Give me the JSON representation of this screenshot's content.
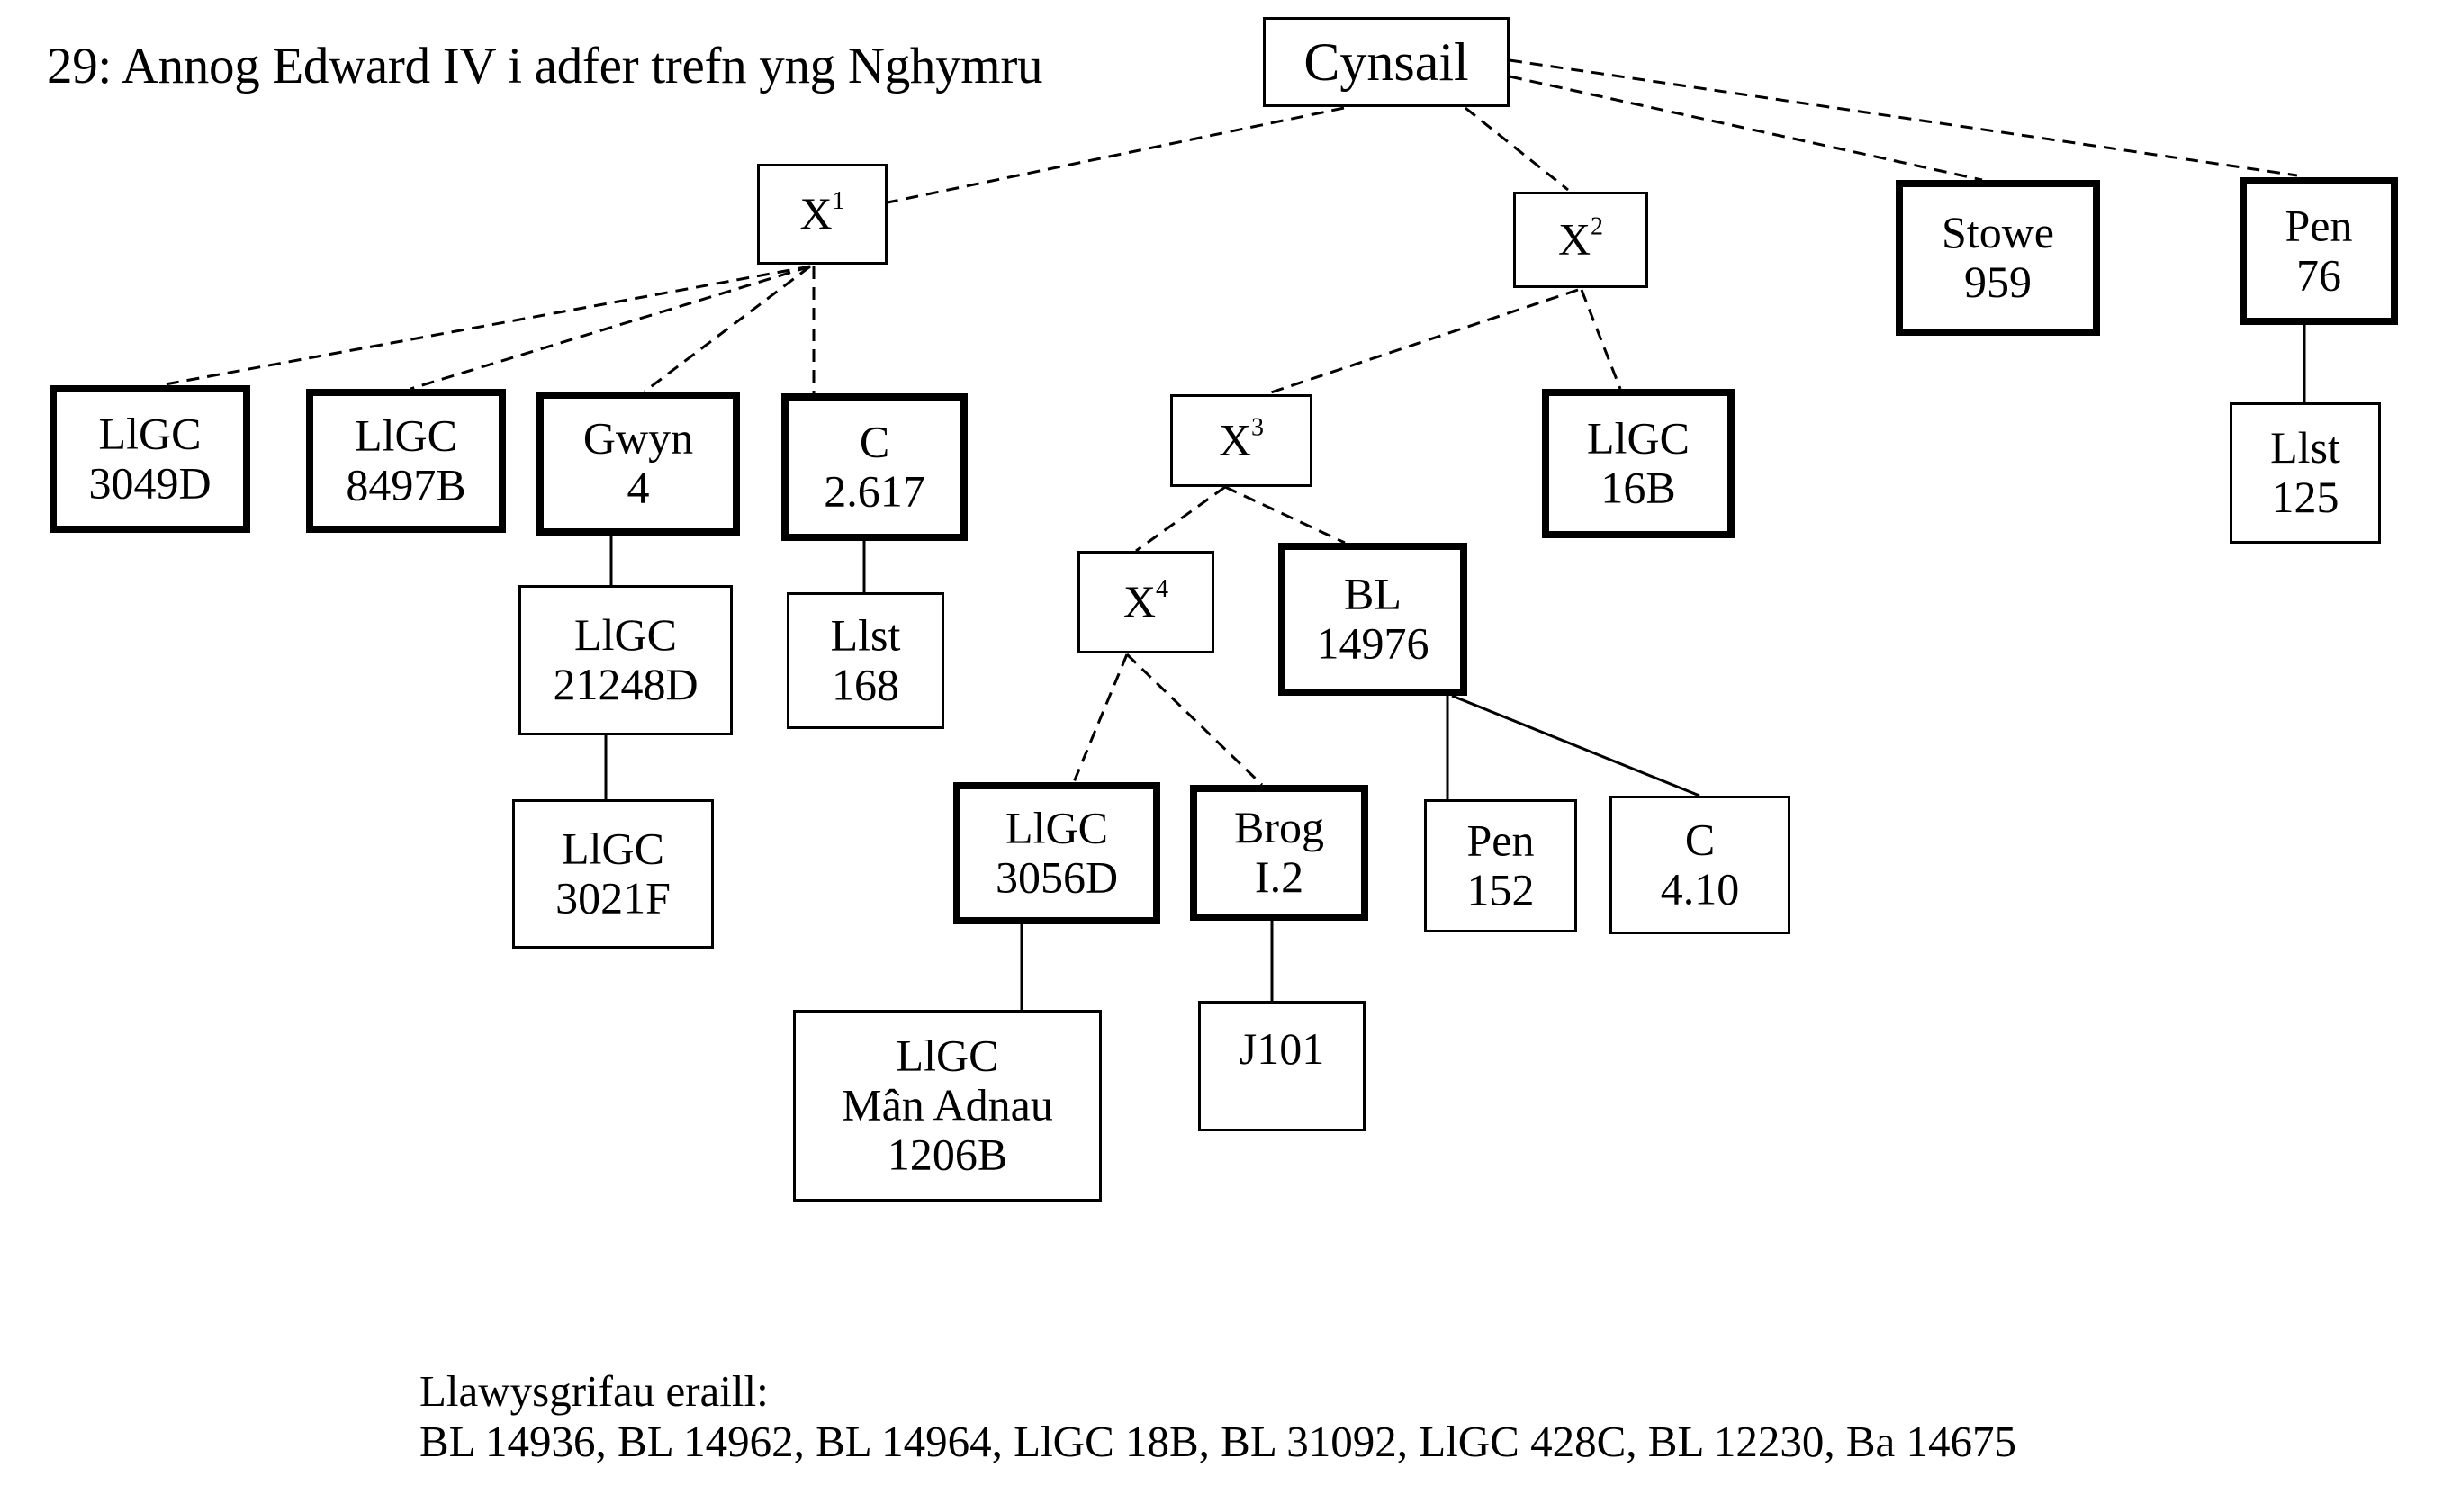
{
  "title": "29: Annog Edward IV i adfer trefn yng Nghymru",
  "nodes": {
    "cynsail": {
      "lines": [
        "Cynsail"
      ],
      "emphasis": "normal"
    },
    "x1": {
      "base": "X",
      "sup": "1",
      "emphasis": "normal"
    },
    "x2": {
      "base": "X",
      "sup": "2",
      "emphasis": "normal"
    },
    "x3": {
      "base": "X",
      "sup": "3",
      "emphasis": "normal"
    },
    "x4": {
      "base": "X",
      "sup": "4",
      "emphasis": "normal"
    },
    "stowe959": {
      "lines": [
        "Stowe",
        "959"
      ],
      "emphasis": "bold-border"
    },
    "pen76": {
      "lines": [
        "Pen",
        "76"
      ],
      "emphasis": "bold-border"
    },
    "llst125": {
      "lines": [
        "Llst",
        "125"
      ],
      "emphasis": "normal"
    },
    "llgc3049d": {
      "lines": [
        "LlGC",
        "3049D"
      ],
      "emphasis": "bold-border"
    },
    "llgc8497b": {
      "lines": [
        "LlGC",
        "8497B"
      ],
      "emphasis": "bold-border"
    },
    "gwyn4": {
      "lines": [
        "Gwyn",
        "4"
      ],
      "emphasis": "bold-border"
    },
    "c2617": {
      "lines": [
        "C",
        "2.617"
      ],
      "emphasis": "bold-border"
    },
    "llgc21248d": {
      "lines": [
        "LlGC",
        "21248D"
      ],
      "emphasis": "normal"
    },
    "llgc3021f": {
      "lines": [
        "LlGC",
        "3021F"
      ],
      "emphasis": "normal"
    },
    "llst168": {
      "lines": [
        "Llst",
        "168"
      ],
      "emphasis": "normal"
    },
    "llgc16b": {
      "lines": [
        "LlGC",
        "16B"
      ],
      "emphasis": "bold-border"
    },
    "bl14976": {
      "lines": [
        "BL",
        "14976"
      ],
      "emphasis": "bold-border"
    },
    "llgc3056d": {
      "lines": [
        "LlGC",
        "3056D"
      ],
      "emphasis": "bold-border"
    },
    "brogi2": {
      "lines": [
        "Brog",
        "I.2"
      ],
      "emphasis": "bold-border"
    },
    "pen152": {
      "lines": [
        "Pen",
        "152"
      ],
      "emphasis": "normal"
    },
    "c410": {
      "lines": [
        "C",
        "4.10"
      ],
      "emphasis": "normal"
    },
    "llgcmanadnau1206b": {
      "lines": [
        "LlGC",
        "Mân Adnau",
        "1206B"
      ],
      "emphasis": "normal"
    },
    "j101": {
      "lines": [
        "J101"
      ],
      "emphasis": "normal"
    }
  },
  "edges": [
    {
      "from": "cynsail",
      "to": "x1",
      "style": "dashed"
    },
    {
      "from": "cynsail",
      "to": "x2",
      "style": "dashed"
    },
    {
      "from": "cynsail",
      "to": "stowe959",
      "style": "dashed"
    },
    {
      "from": "cynsail",
      "to": "pen76",
      "style": "dashed"
    },
    {
      "from": "x1",
      "to": "llgc3049d",
      "style": "dashed"
    },
    {
      "from": "x1",
      "to": "llgc8497b",
      "style": "dashed"
    },
    {
      "from": "x1",
      "to": "gwyn4",
      "style": "dashed"
    },
    {
      "from": "x1",
      "to": "c2617",
      "style": "dashed"
    },
    {
      "from": "x2",
      "to": "x3",
      "style": "dashed"
    },
    {
      "from": "x2",
      "to": "llgc16b",
      "style": "dashed"
    },
    {
      "from": "x3",
      "to": "x4",
      "style": "dashed"
    },
    {
      "from": "x3",
      "to": "bl14976",
      "style": "dashed"
    },
    {
      "from": "x4",
      "to": "llgc3056d",
      "style": "dashed"
    },
    {
      "from": "x4",
      "to": "brogi2",
      "style": "dashed"
    },
    {
      "from": "gwyn4",
      "to": "llgc21248d",
      "style": "solid"
    },
    {
      "from": "llgc21248d",
      "to": "llgc3021f",
      "style": "solid"
    },
    {
      "from": "c2617",
      "to": "llst168",
      "style": "solid"
    },
    {
      "from": "pen76",
      "to": "llst125",
      "style": "solid"
    },
    {
      "from": "bl14976",
      "to": "pen152",
      "style": "solid"
    },
    {
      "from": "bl14976",
      "to": "c410",
      "style": "solid"
    },
    {
      "from": "llgc3056d",
      "to": "llgcmanadnau1206b",
      "style": "solid"
    },
    {
      "from": "brogi2",
      "to": "j101",
      "style": "solid"
    }
  ],
  "footer": {
    "heading": "Llawysgrifau eraill:",
    "list": "BL 14936, BL 14962, BL 14964, LlGC 18B, BL 31092, LlGC 428C, BL 12230, Ba 14675"
  }
}
